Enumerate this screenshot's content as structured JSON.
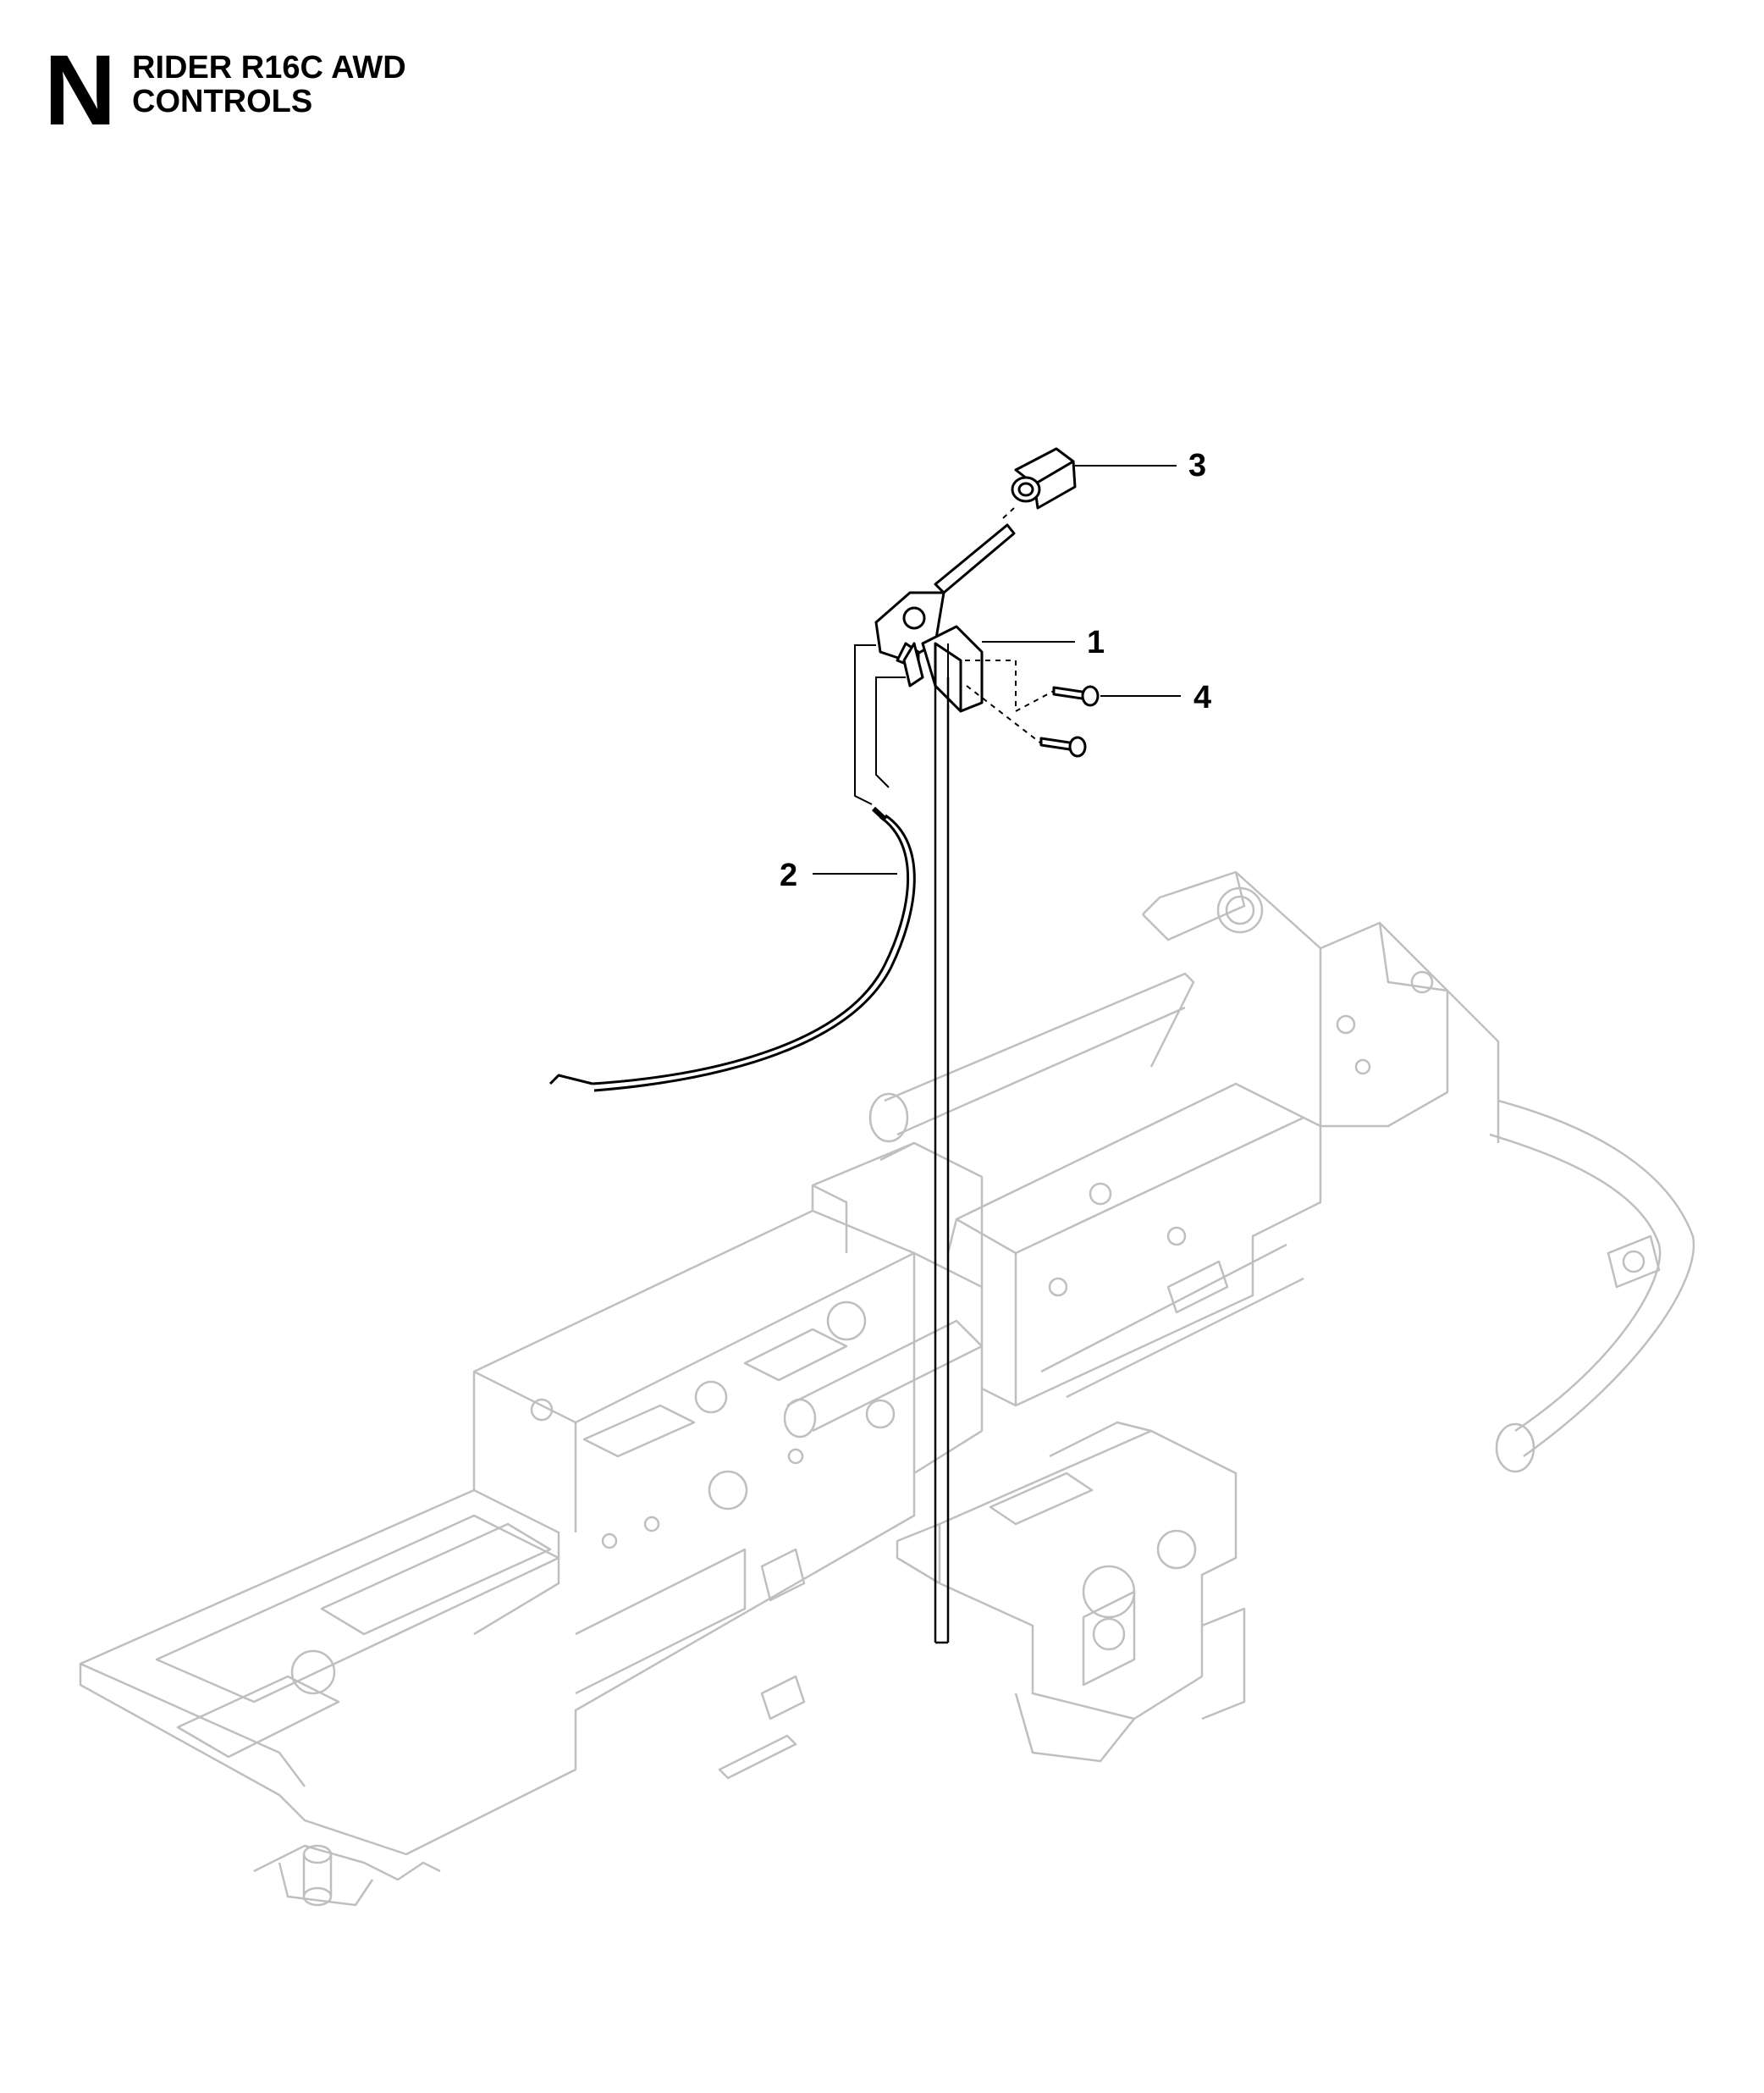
{
  "header": {
    "section_letter": "N",
    "title_line1": "RIDER R16C AWD",
    "title_line2": "CONTROLS"
  },
  "callouts": [
    {
      "id": "1",
      "label": "1"
    },
    {
      "id": "2",
      "label": "2"
    },
    {
      "id": "3",
      "label": "3"
    },
    {
      "id": "4",
      "label": "4"
    }
  ],
  "colors": {
    "frame_stroke": "#bfbfbf",
    "part_stroke": "#000000",
    "background": "#ffffff"
  }
}
